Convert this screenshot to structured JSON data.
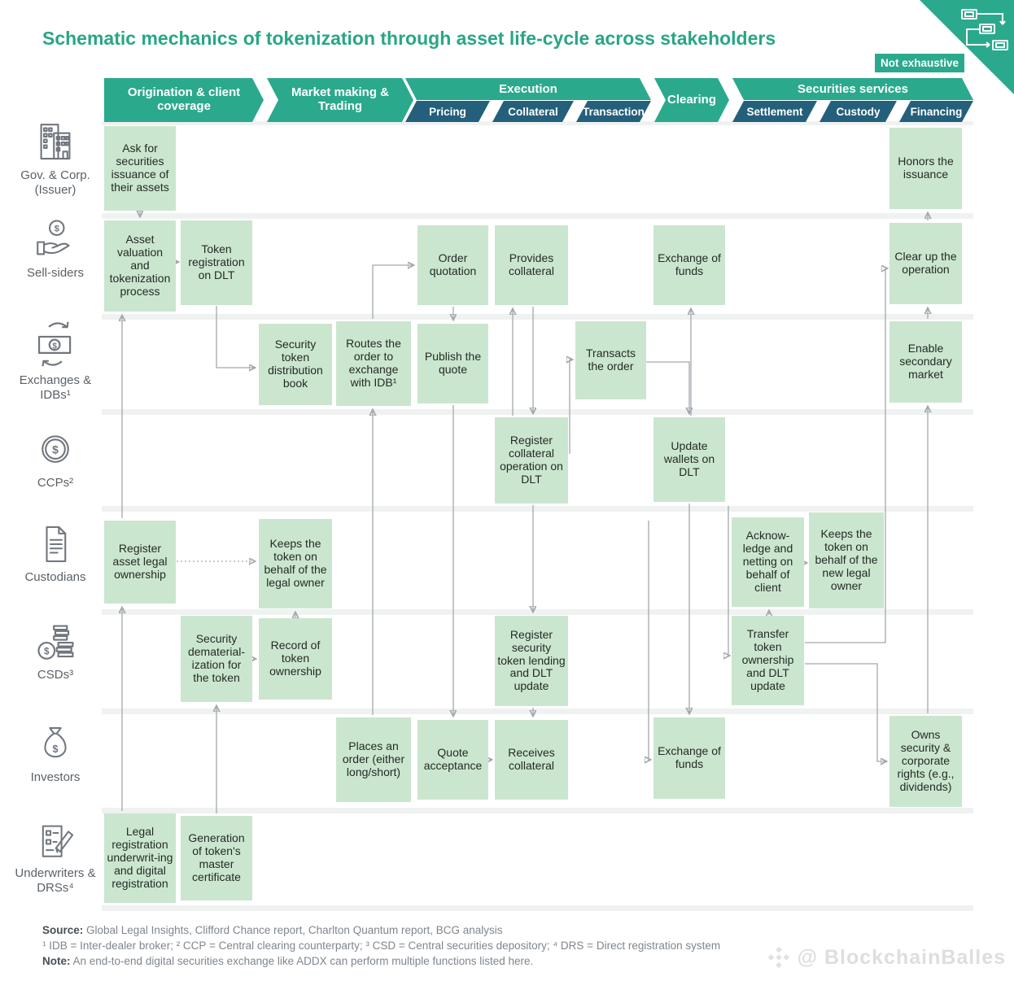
{
  "title": "Schematic mechanics of tokenization through asset life-cycle across stakeholders",
  "badge": "Not exhaustive",
  "header": {
    "phases": [
      {
        "label": "Origination & client coverage"
      },
      {
        "label": "Market making & Trading"
      },
      {
        "label": "Execution",
        "subs": [
          "Pricing",
          "Collateral",
          "Transaction"
        ]
      },
      {
        "label": "Clearing"
      },
      {
        "label": "Securities services",
        "subs": [
          "Settlement",
          "Custody",
          "Financing"
        ]
      }
    ]
  },
  "rows": [
    {
      "label": "Gov. & Corp. (Issuer)",
      "icon": "building-icon"
    },
    {
      "label": "Sell-siders",
      "icon": "hand-coin-icon"
    },
    {
      "label": "Exchanges & IDBs¹",
      "icon": "banknote-exchange-icon"
    },
    {
      "label": "CCPs²",
      "icon": "coin-icon"
    },
    {
      "label": "Custodians",
      "icon": "document-icon"
    },
    {
      "label": "CSDs³",
      "icon": "coins-ledger-icon"
    },
    {
      "label": "Investors",
      "icon": "money-bag-icon"
    },
    {
      "label": "Underwriters & DRSs⁴",
      "icon": "checklist-pencil-icon"
    }
  ],
  "boxes": {
    "ask_issuance": "Ask for securities issuance of their assets",
    "honors": "Honors the issuance",
    "asset_valuation": "Asset valuation and tokenization process",
    "token_registration": "Token registration on DLT",
    "order_quotation": "Order quotation",
    "provides_collateral": "Provides collateral",
    "exchange_funds_top": "Exchange of funds",
    "clear_up": "Clear up the operation",
    "security_token_book": "Security token distribution book",
    "routes_order": "Routes the order to exchange with IDB¹",
    "publish_quote": "Publish the quote",
    "transacts_order": "Transacts the order",
    "enable_secondary": "Enable secondary market",
    "register_collateral": "Register collateral operation on DLT",
    "update_wallets": "Update wallets on DLT",
    "register_ownership": "Register asset legal ownership",
    "keeps_token_legal": "Keeps the token on behalf of the legal owner",
    "acknowledge": "Acknow-ledge and netting on behalf of client",
    "keeps_token_new": "Keeps the token on behalf of the new legal owner",
    "security_demat": "Security dematerial-ization for the token",
    "record_ownership": "Record of token ownership",
    "register_lending": "Register security token lending and DLT update",
    "transfer_ownership": "Transfer token ownership and DLT update",
    "places_order": "Places an order (either long/short)",
    "quote_acceptance": "Quote acceptance",
    "receives_collateral": "Receives collateral",
    "exchange_funds_bottom": "Exchange of funds",
    "owns_security": "Owns security & corporate rights (e.g., dividends)",
    "legal_registration": "Legal registration underwrit-ing and digital registration",
    "generation_cert": "Generation of token's master certificate"
  },
  "footer": {
    "source_label": "Source:",
    "source_text": " Global Legal Insights, Clifford Chance report, Charlton Quantum report, BCG analysis",
    "footnotes": "¹ IDB = Inter-dealer broker; ² CCP = Central clearing counterparty; ³ CSD = Central securities depository; ⁴ DRS = Direct registration system",
    "note_label": "Note:",
    "note_text": " An end-to-end digital securities exchange like ADDX can perform multiple functions listed here."
  },
  "watermark": "@ BlockchainBalles",
  "colors": {
    "teal": "#2ba98c",
    "navy": "#24607b",
    "box_green": "#cbe6cf",
    "title_teal": "#28a685",
    "arrow_gray": "#a3a8ad",
    "label_gray": "#5b6167",
    "footer_gray": "#7f868d",
    "watermark_gray": "#dcdee0"
  }
}
